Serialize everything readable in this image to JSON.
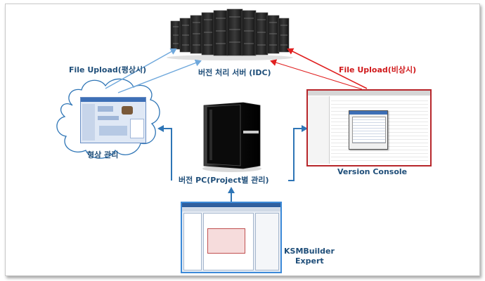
{
  "labels": {
    "server": "버전 처리 서버 (IDC)",
    "upload_normal": "File Upload(평상시)",
    "upload_emergency": "File Upload(비상시)",
    "shape_mgmt": "형상 관리",
    "version_pc": "버전 PC(Project별 관리)",
    "version_console": "Version Console",
    "ksmbuilder_line1": "KSMBuilder",
    "ksmbuilder_line2": "Expert"
  },
  "colors": {
    "blue_arrow": "#2e75b6",
    "light_arrow": "#6fa8dc",
    "red_arrow": "#e02020",
    "label_blue": "#1f4e79",
    "label_red": "#d0191b"
  }
}
